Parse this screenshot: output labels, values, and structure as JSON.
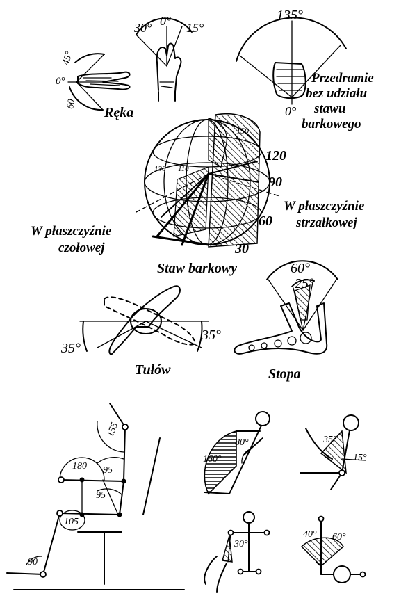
{
  "labels": {
    "hand": "Ręka",
    "forearm_1": "Przedramie",
    "forearm_2": "bez udziału",
    "forearm_3": "stawu",
    "forearm_4": "barkowego",
    "shoulder": "Staw barkowy",
    "sagittal_1": "W płaszczyźnie",
    "sagittal_2": "strzałkowej",
    "frontal_1": "W płaszczyźnie",
    "frontal_2": "czołowej",
    "trunk": "Tułów",
    "foot": "Stopa"
  },
  "angles": {
    "hand_45": "45°",
    "hand_0": "0°",
    "hand_60": "60",
    "wrist_30": "30°",
    "wrist_0": "0°",
    "wrist_15": "15°",
    "forearm_135": "135°",
    "forearm_0": "0°",
    "shoulder_150": "150",
    "shoulder_120": "120",
    "shoulder_90": "90",
    "shoulder_60": "60",
    "shoulder_30": "30",
    "shoulder_130": "130",
    "shoulder_110": "110",
    "trunk_35_left": "35°",
    "trunk_35_right": "35°",
    "foot_60": "60°",
    "foot_25": "25°",
    "leg_155": "155",
    "leg_180": "180",
    "leg_95a": "95",
    "leg_95b": "95",
    "leg_105": "105",
    "leg_90": "90",
    "arm_80": "80°",
    "arm_160": "160°",
    "arm_35": "35°",
    "arm_15": "15°",
    "arm_30": "30°",
    "arm_40": "40°",
    "arm_60": "60°"
  }
}
